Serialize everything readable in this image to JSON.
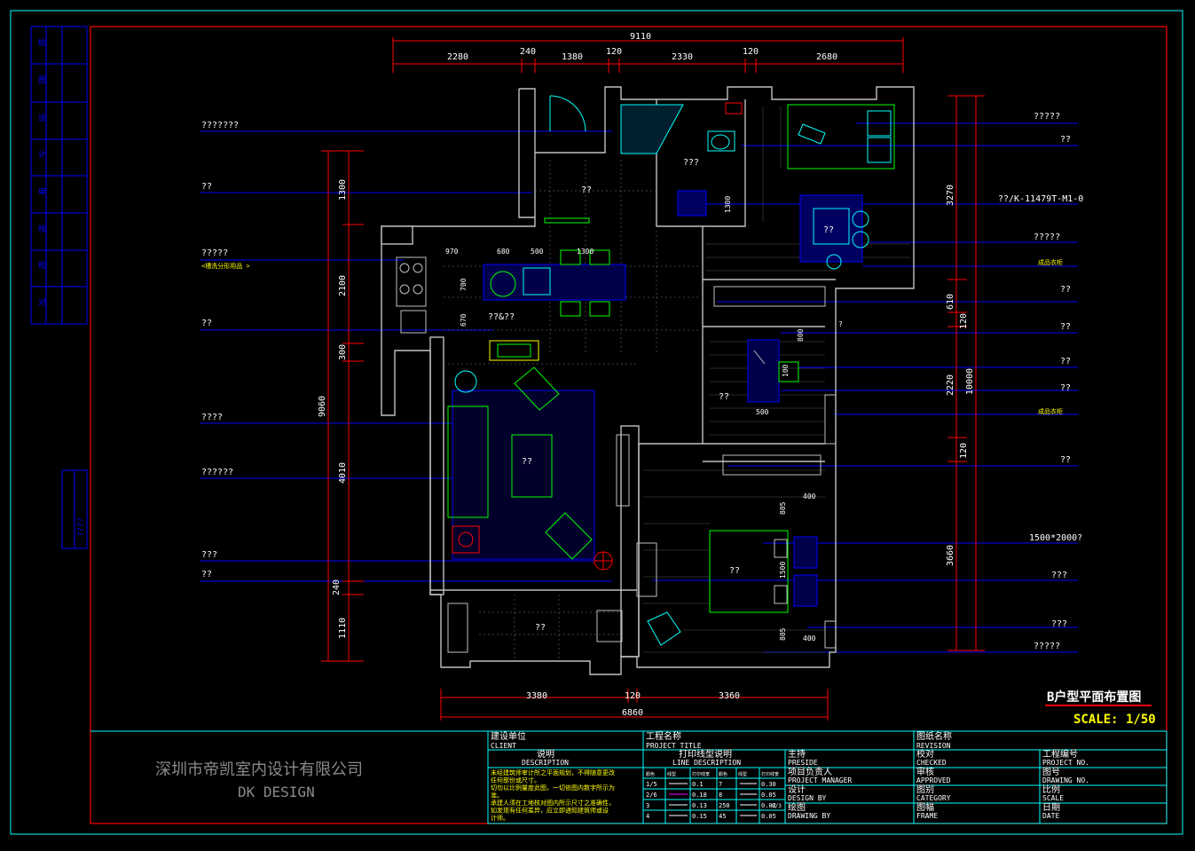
{
  "colors": {
    "background": "#000000",
    "frame": "#ff0000",
    "border": "#00ffff",
    "dim": "#ff0000",
    "leader": "#0000ff",
    "wall": "#c0c0c0",
    "furniture": "#00ff00",
    "label": "#ffffff",
    "title_underline": "#ff0000"
  },
  "top_dimensions": {
    "total": "9110",
    "segments": [
      "2280",
      "240",
      "1380",
      "120",
      "2330",
      "120",
      "2680"
    ]
  },
  "bottom_dimensions": {
    "total": "6860",
    "segments": [
      "3380",
      "120",
      "3360"
    ]
  },
  "left_dimensions": {
    "total": "9060",
    "segments": [
      "1300",
      "2100",
      "300",
      "4010",
      "240",
      "1110"
    ]
  },
  "right_dimensions": {
    "total": "10000",
    "segments": [
      "3270",
      "610",
      "120",
      "2220",
      "120",
      "3660"
    ]
  },
  "inner_dimensions": [
    "970",
    "680",
    "500",
    "1300",
    "700",
    "670",
    "800",
    "100",
    "500",
    "400",
    "805",
    "1500",
    "805",
    "400",
    "1300"
  ],
  "left_annotations": [
    "???????",
    "??",
    "?????",
    "<槽洗分形用品 >",
    "??",
    "????",
    "??????",
    "???",
    "??"
  ],
  "right_annotations": [
    "?????",
    "??",
    "??/K-11479T-M1-0",
    "?????",
    "成品衣柜",
    "??",
    "??",
    "??",
    "??",
    "成品衣柜",
    "??",
    "1500*2000?",
    "???",
    "???",
    "?????"
  ],
  "room_labels": [
    "??",
    "???",
    "??&??",
    "??",
    "??",
    "??",
    "??",
    "??",
    "??",
    "?"
  ],
  "left_strip": {
    "chars": [
      "绘",
      "图",
      "设",
      "计",
      "审",
      "核",
      "校",
      "对"
    ],
    "note": "????"
  },
  "drawing_title": "B户型平面布置图",
  "scale": "SCALE: 1/50",
  "company": {
    "name_cn": "深圳市帝凯室内设计有限公司",
    "name_en": "DK    DESIGN"
  },
  "title_block": {
    "client_cn": "建设单位",
    "client_en": "CLIENT",
    "description_cn": "说明",
    "description_en": "DESCRIPTION",
    "description_lines": [
      "未经建筑师审计所之平面规划，不得随意更改",
      "任何部份或尺寸。",
      "切勿以比例量度此图，一切依图内数字所示为",
      "准。",
      "承建人须在工地核对图内所示尺寸之准确性，",
      "如发现有任何差异，应立即通知建筑师或设",
      "计师。"
    ],
    "project_cn": "工程名称",
    "project_en": "PROJECT TITLE",
    "line_desc_cn": "打印线型说明",
    "line_desc_en": "LINE  DESCRIPTION",
    "line_table_headers": [
      "颜色",
      "线型",
      "打印线宽",
      "颜色",
      "线型",
      "打印线宽"
    ],
    "line_table_rows": [
      [
        "1/5",
        "0.1",
        "7",
        "0.30"
      ],
      [
        "2/6",
        "0.18",
        "8",
        "0.05"
      ],
      [
        "3",
        "0.13",
        "250",
        "0.02"
      ],
      [
        "4",
        "0.15",
        "45",
        "0.05"
      ]
    ],
    "line_table_extra": "0/3",
    "preside_cn": "主持",
    "preside_en": "PRESIDE",
    "manager_cn": "项目负责人",
    "manager_en": "PROJECT MANAGER",
    "design_cn": "设计",
    "design_en": "DESIGN BY",
    "drawing_cn": "绘图",
    "drawing_en": "DRAWING BY",
    "drawing_name_cn": "图纸名称",
    "revision_en": "REVISION",
    "checked_cn": "校对",
    "checked_en": "CHECKED",
    "approved_cn": "审核",
    "approved_en": "APPROVED",
    "category_cn": "图别",
    "category_en": "CATEGORY",
    "frame_cn": "图幅",
    "frame_en": "FRAME",
    "project_no_cn": "工程编号",
    "project_no_en": "PROJECT NO.",
    "drawing_no_cn": "图号",
    "drawing_no_en": "DRAWING NO.",
    "scale_cn": "比例",
    "scale_en": "SCALE",
    "date_cn": "日期",
    "date_en": "DATE"
  }
}
